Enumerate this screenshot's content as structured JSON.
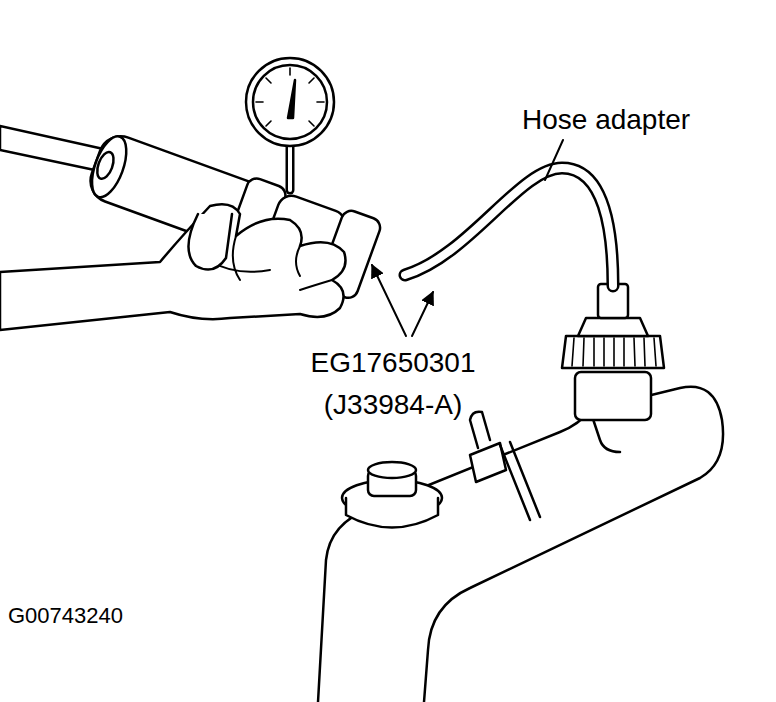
{
  "diagram": {
    "labels": [
      "Hose adapter",
      "EG17650301 (J33984-A)",
      "G00743240"
    ]
  }
}
